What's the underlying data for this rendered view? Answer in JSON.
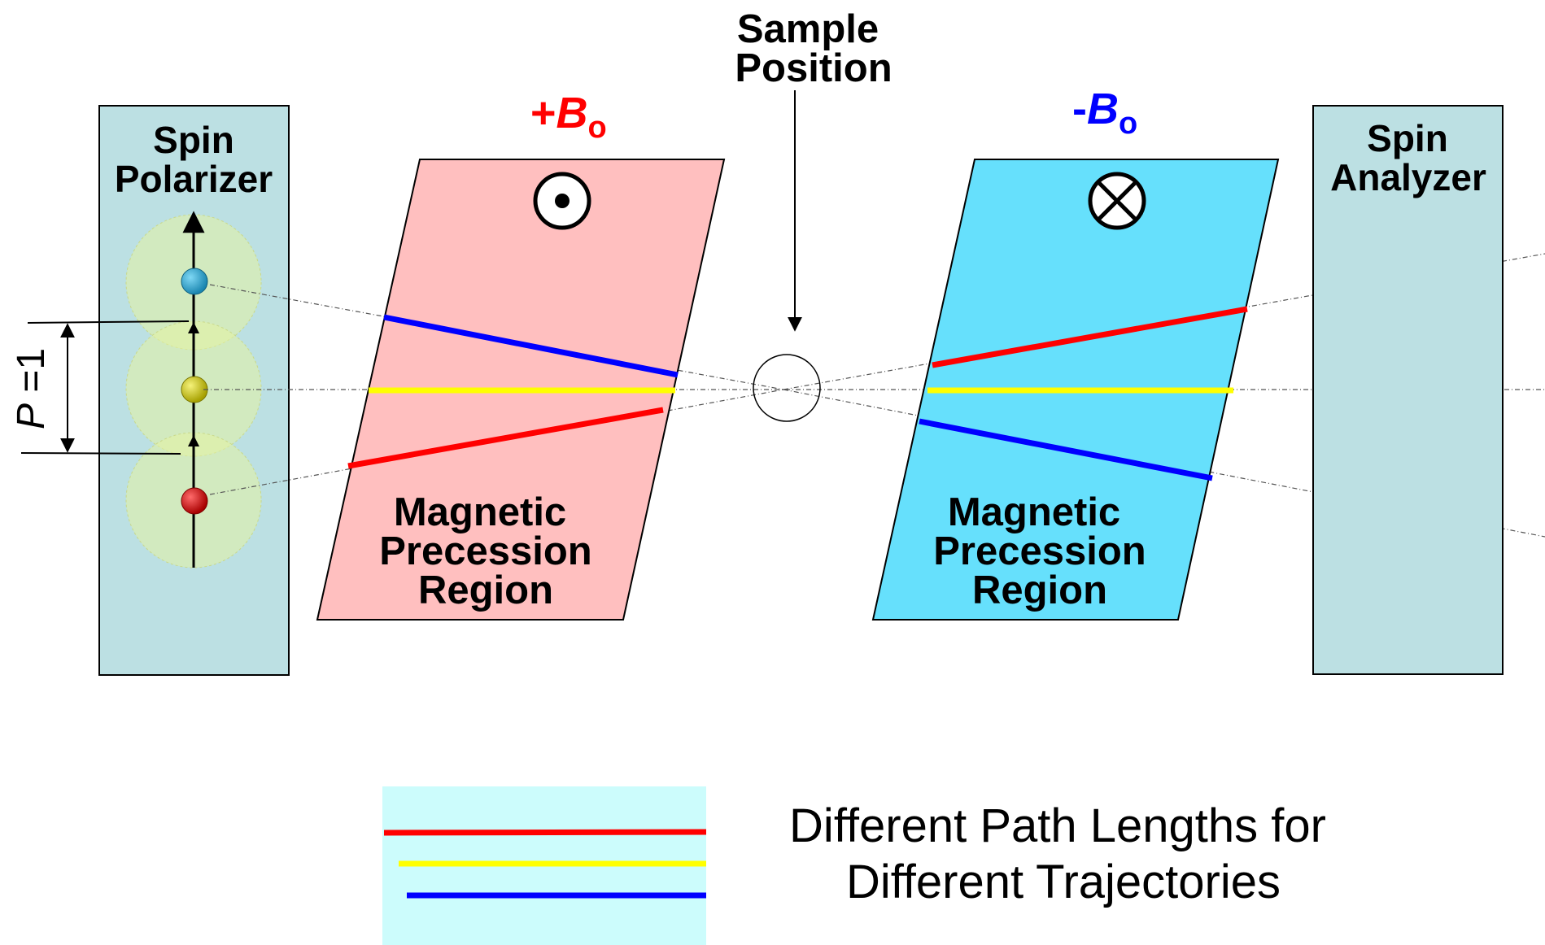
{
  "sample": {
    "line1": "Sample",
    "line2": "Position"
  },
  "polarizer": {
    "line1": "Spin",
    "line2": "Polarizer",
    "fill": "#bce0e3"
  },
  "analyzer": {
    "line1": "Spin",
    "line2": "Analyzer",
    "fill": "#bce0e3"
  },
  "field_left": {
    "sign": "+",
    "symbol": "B",
    "subscript": "o",
    "color": "#ff0000",
    "icon": "field-out-of-page-icon",
    "region_fill": "#ffbfbf"
  },
  "field_right": {
    "sign": "-",
    "symbol": "B",
    "subscript": "o",
    "color": "#0000ff",
    "icon": "field-into-page-icon",
    "region_fill": "#66e0fc"
  },
  "region_left": {
    "line1": "Magnetic",
    "line2": "Precession",
    "line3": "Region"
  },
  "region_right": {
    "line1": "Magnetic",
    "line2": "Precession",
    "line3": "Region"
  },
  "polarization": {
    "italic": "P",
    "rest": " =1"
  },
  "legend": {
    "line1": "Different Path Lengths for",
    "line2": "Different Trajectories",
    "box_fill": "#ccfcfc",
    "colors": [
      "#ff0000",
      "#ffff00",
      "#0000ff"
    ]
  }
}
